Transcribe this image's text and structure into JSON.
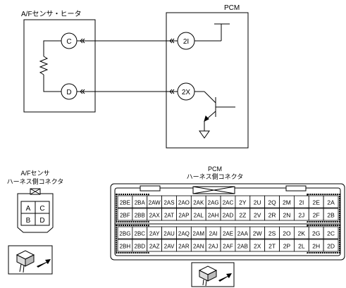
{
  "circuit": {
    "sensor_box_title": "A/Fセンサ・ヒータ",
    "pcm_box_title": "PCM",
    "sensor_pins": [
      "C",
      "D"
    ],
    "pcm_pins": [
      "2I",
      "2X"
    ]
  },
  "sensor_connector": {
    "title_line1": "A/Fセンサ",
    "title_line2": "ハーネス側コネクタ",
    "terminals": [
      "A",
      "C",
      "B",
      "D"
    ]
  },
  "pcm_connector": {
    "title_line1": "PCM",
    "title_line2": "ハーネス側コネクタ",
    "rows": [
      [
        "2BE",
        "2BA",
        "2AW",
        "2AS",
        "2AO",
        "2AK",
        "2AG",
        "2AC",
        "2Y",
        "2U",
        "2Q",
        "2M",
        "2I",
        "2E",
        "2A"
      ],
      [
        "2BF",
        "2BB",
        "2AX",
        "2AT",
        "2AP",
        "2AL",
        "2AH",
        "2AD",
        "2Z",
        "2V",
        "2R",
        "2N",
        "2J",
        "2F",
        "2B"
      ],
      [
        "2BG",
        "2BC",
        "2AY",
        "2AU",
        "2AQ",
        "2AM",
        "2AI",
        "2AE",
        "2AA",
        "2W",
        "2S",
        "2O",
        "2K",
        "2G",
        "2C"
      ],
      [
        "2BH",
        "2BD",
        "2AZ",
        "2AV",
        "2AR",
        "2AN",
        "2AJ",
        "2AF",
        "2AB",
        "2X",
        "2T",
        "2P",
        "2L",
        "2H",
        "2D"
      ]
    ]
  }
}
